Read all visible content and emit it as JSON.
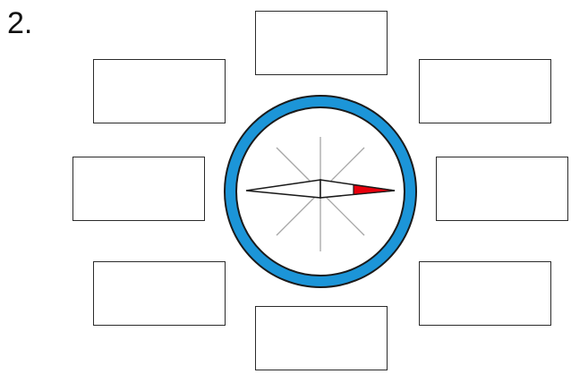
{
  "question": {
    "number": "2."
  },
  "compass": {
    "ring_color": "#1c95d8",
    "needle_tip_color": "#e8000c",
    "needle_direction": "east",
    "direction_lines": 8
  },
  "answer_boxes": {
    "count": 8,
    "positions": [
      "north",
      "north-east",
      "east",
      "south-east",
      "south",
      "south-west",
      "west",
      "north-west"
    ],
    "filled": false
  }
}
